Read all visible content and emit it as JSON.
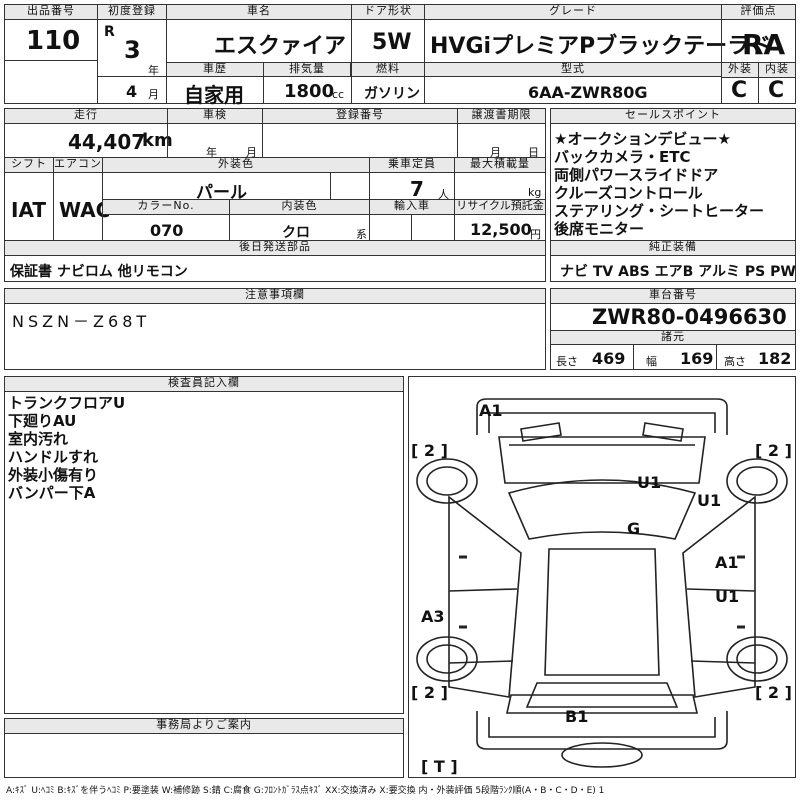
{
  "header": {
    "lot_label": "出品番号",
    "lot_value": "110",
    "reg_label": "初度登録",
    "era": "R",
    "year": "3",
    "year_unit": "年",
    "month": "4",
    "month_unit": "月",
    "carname_label": "車名",
    "carname_value": "エスクァイア",
    "door_label": "ドア形状",
    "door_value": "5W",
    "grade_label": "グレード",
    "grade_value": "HVGiプレミアPブラックテーラド",
    "score_label": "評価点",
    "score_value": "RA",
    "ext_label": "外装",
    "ext_value": "C",
    "int_label": "内装",
    "int_value": "C"
  },
  "row2": {
    "history_label": "車歴",
    "history_value": "自家用",
    "disp_label": "排気量",
    "disp_value": "1800",
    "disp_unit": "cc",
    "fuel_label": "燃料",
    "fuel_value": "ガソリン",
    "model_label": "型式",
    "model_value": "6AA-ZWR80G"
  },
  "mileage": {
    "mileage_label": "走行",
    "mileage_value": "44,407",
    "mileage_unit": "km",
    "inspect_label": "車検",
    "inspect_year_unit": "年",
    "inspect_month_unit": "月",
    "regno_label": "登録番号",
    "transfer_label": "譲渡書期限",
    "transfer_month_unit": "月",
    "transfer_day_unit": "日",
    "shift_label": "シフト",
    "shift_value": "IAT",
    "ac_label": "エアコン",
    "ac_value": "WAC",
    "color_label": "外装色",
    "color_value": "パール",
    "seats_label": "乗車定員",
    "seats_value": "7",
    "seats_unit": "人",
    "load_label": "最大積載量",
    "load_unit": "kg",
    "colorno_label": "カラーNo.",
    "colorno_value": "070",
    "intcolor_label": "内装色",
    "intcolor_value": "クロ",
    "intcolor_unit": "系",
    "import_label": "輸入車",
    "recycle_label": "リサイクル預託金",
    "recycle_value": "12,500",
    "recycle_unit": "円"
  },
  "sales": {
    "label": "セールスポイント",
    "lines": [
      "★オークションデビュー★",
      "バックカメラ・ETC",
      "両側パワースライドドア",
      "クルーズコントロール",
      "ステアリング・シートヒーター",
      "後席モニター"
    ]
  },
  "equipment": {
    "label": "純正装備",
    "value": "ナビ TV ABS エアB アルミ PS PW"
  },
  "parts": {
    "label": "後日発送部品",
    "value": "保証書 ナビロム 他リモコン"
  },
  "notes": {
    "label": "注意事項欄",
    "value": "NSZN－Z68T"
  },
  "chassis": {
    "label": "車台番号",
    "value": "ZWR80-0496630",
    "spec_label": "諸元",
    "length_label": "長さ",
    "length_value": "469",
    "width_label": "幅",
    "width_value": "169",
    "height_label": "高さ",
    "height_value": "182"
  },
  "inspector": {
    "label": "検査員記入欄",
    "lines": [
      "トランクフロアU",
      "下廻りAU",
      "室内汚れ",
      "ハンドルすれ",
      "外装小傷有り",
      "バンパー下A"
    ]
  },
  "diagram": {
    "codes": [
      "A1",
      "U1",
      "U1",
      "G",
      "A1",
      "U1",
      "A3",
      "B1"
    ],
    "tire_tl": "[ 2 ]",
    "tire_tr": "[ 2 ]",
    "tire_bl": "[ 2 ]",
    "tire_br": "[ 2 ]",
    "tire_t": "[ T ]"
  },
  "office": {
    "label": "事務局よりご案内"
  },
  "footer": {
    "legend": "A:ｷｽﾞ U:ﾍｺﾐ B:ｷｽﾞを伴うﾍｺﾐ P:要塗装 W:補修跡 S:錆 C:腐食 G:ﾌﾛﾝﾄｶﾞﾗｽ点ｷｽﾞ XX:交換済み X:要交換 内・外装評価 5段階ﾗﾝｸ順(A・B・C・D・E) 1"
  }
}
